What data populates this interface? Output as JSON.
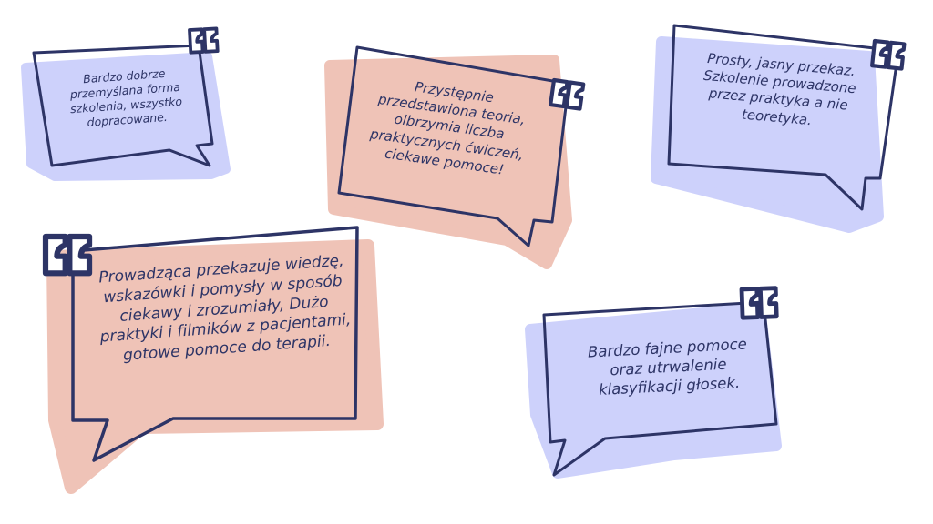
{
  "colors": {
    "blue": "#cdd1fb",
    "pink": "#efc3b7",
    "navy": "#2d3466"
  },
  "testimonials": [
    {
      "text": "Bardzo dobrze przemyślana forma szkolenia, wszystko dopracowane."
    },
    {
      "text": "Przystępnie przedstawiona teoria, olbrzymia liczba praktycznych ćwiczeń, ciekawe pomoce!"
    },
    {
      "text": "Prosty, jasny przekaz. Szkolenie prowadzone przez praktyka a nie teoretyka."
    },
    {
      "text": "Prowadząca przekazuje wiedzę, wskazówki i pomysły w sposób ciekawy i zrozumiały, Dużo praktyki i filmików z pacjentami, gotowe pomoce do terapii."
    },
    {
      "text": "Bardzo fajne pomoce oraz utrwalenie klasyfikacji głosek."
    }
  ]
}
